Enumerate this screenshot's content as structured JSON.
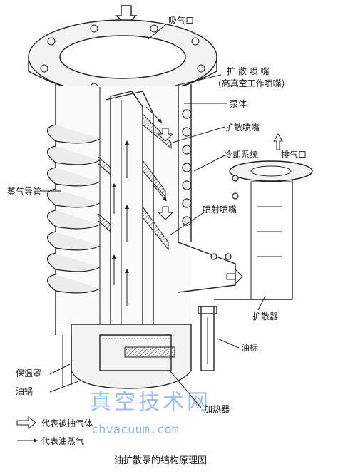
{
  "labels": {
    "inlet": "吸气口",
    "diffuser_nozzle_line1": "扩 散 喷 嘴",
    "diffuser_nozzle_line2": "(高真空工作喷嘴)",
    "pump_body": "泵体",
    "diffuser_nozzle": "扩散喷嘴",
    "cooling_system": "冷却系统",
    "exhaust_port": "排气口",
    "vapor_guide_tube": "蒸气导管",
    "jet_nozzle": "喷射喷嘴",
    "diffuser": "扩散器",
    "oil_gauge": "油标",
    "insulation_cover": "保温罩",
    "oil_pot": "油锅",
    "heater": "加热器"
  },
  "legend": {
    "pumped_gas": "代表被抽气体",
    "oil_vapor": "代表油蒸气"
  },
  "watermark": {
    "cn": "真空技术网",
    "en": "chvacuum.com"
  },
  "caption": "油扩散泵的结构原理图",
  "colors": {
    "line": "#222222",
    "watermark": "#4d8ad6"
  }
}
